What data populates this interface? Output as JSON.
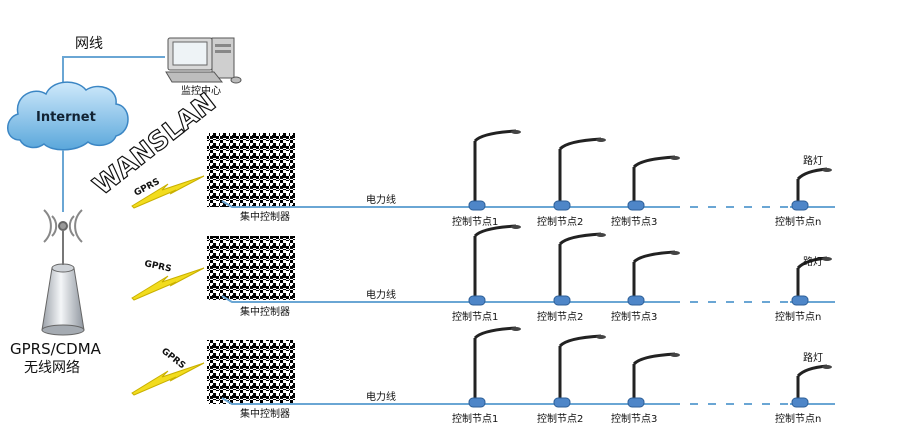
{
  "network_cable_label": "网线",
  "monitoring_center_label": "监控中心",
  "internet_label": "Internet",
  "watermark_text": "WANSLAN",
  "base_station_label_line1": "GPRS/CDMA",
  "base_station_label_line2": "无线网络",
  "rows": [
    {
      "gprs_label": "GPRS",
      "concentrator_label": "集中控制器",
      "power_line_label": "电力线",
      "nodes": [
        "控制节点1",
        "控制节点2",
        "控制节点3",
        "控制节点n"
      ],
      "streetlight_label": "路灯"
    },
    {
      "gprs_label": "GPRS",
      "concentrator_label": "集中控制器",
      "power_line_label": "电力线",
      "nodes": [
        "控制节点1",
        "控制节点2",
        "控制节点3",
        "控制节点n"
      ],
      "streetlight_label": "路灯"
    },
    {
      "gprs_label": "GPRS",
      "concentrator_label": "集中控制器",
      "power_line_label": "电力线",
      "nodes": [
        "控制节点1",
        "控制节点2",
        "控制节点3",
        "控制节点n"
      ],
      "streetlight_label": "路灯"
    }
  ],
  "colors": {
    "line": "#6aa6d4",
    "cloud": "#6fb3e0",
    "bolt": "#f2dc1e",
    "node": "#4e86c8",
    "pole": "#222222"
  }
}
